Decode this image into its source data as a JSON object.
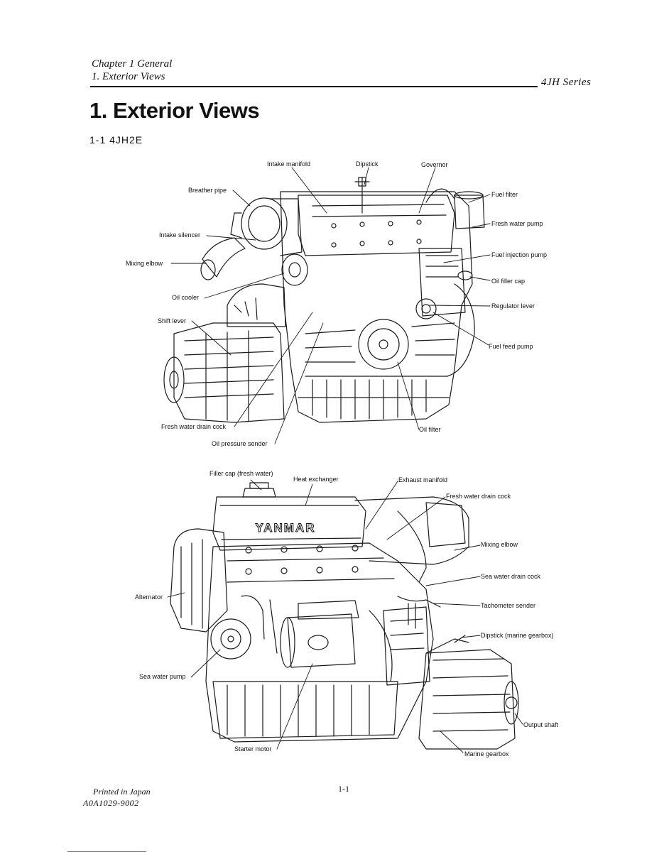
{
  "header": {
    "chapter": "Chapter 1 General",
    "section": "1. Exterior Views",
    "series": "4JH Series"
  },
  "title": "1. Exterior Views",
  "subtitle": "1-1 4JH2E",
  "figure_top": {
    "labels": [
      "Intake manifold",
      "Dipstick",
      "Governor",
      "Breather pipe",
      "Fuel filter",
      "Fresh water pump",
      "Intake silencer",
      "Fuel injection pump",
      "Mixing elbow",
      "Oil filler cap",
      "Oil cooler",
      "Regulator lever",
      "Shift lever",
      "Fuel feed pump",
      "Fresh water drain cock",
      "Oil filter",
      "Oil pressure sender"
    ]
  },
  "figure_bottom": {
    "labels": [
      "Filler cap (fresh water)",
      "Heat exchanger",
      "Exhaust manifold",
      "Fresh water drain cock",
      "Mixing elbow",
      "Sea water drain cock",
      "Alternator",
      "Tachometer sender",
      "Dipstick (marine gearbox)",
      "Sea water pump",
      "Output shaft",
      "Starter motor",
      "Marine gearbox"
    ],
    "brand": "YANMAR"
  },
  "footer": {
    "printed": "Printed in Japan",
    "code": "A0A1029-9002",
    "page": "1-1"
  }
}
